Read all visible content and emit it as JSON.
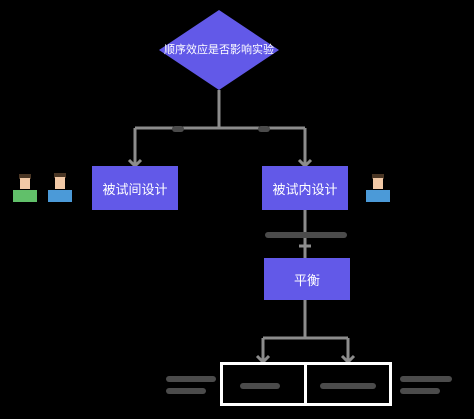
{
  "diagram": {
    "decision_label": "顺序效应是否影响实验",
    "box_left_label": "被试间设计",
    "box_right_label": "被试内设计",
    "box_balance_label": "平衡"
  },
  "colors": {
    "box_fill": "#6259e8",
    "connector": "#8c8c8c",
    "background": "#000000",
    "outline": "#ffffff"
  },
  "icons": [
    "person-icon-green-shirt",
    "person-icon-blue-shirt",
    "person-icon-blue-shirt"
  ]
}
